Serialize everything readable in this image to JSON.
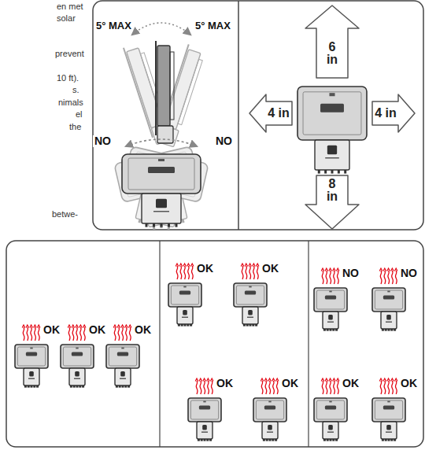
{
  "diagram": {
    "nodes": [
      {
        "text": [
          "6 in"
        ]
      },
      {
        "text": [
          "4 in"
        ]
      },
      {
        "text": [
          "4 in"
        ]
      },
      {
        "text": [
          "8 in"
        ]
      }
    ],
    "labels": [
      "en met",
      "solar",
      "prevent",
      "10 ft).",
      "s.",
      "nimals",
      "el",
      "the",
      "betwe-",
      "5° MAX",
      "5° MAX",
      "NO",
      "NO",
      "OK",
      "OK",
      "OK",
      "OK",
      "OK",
      "OK",
      "OK",
      "NO",
      "NO",
      "OK",
      "OK"
    ]
  }
}
